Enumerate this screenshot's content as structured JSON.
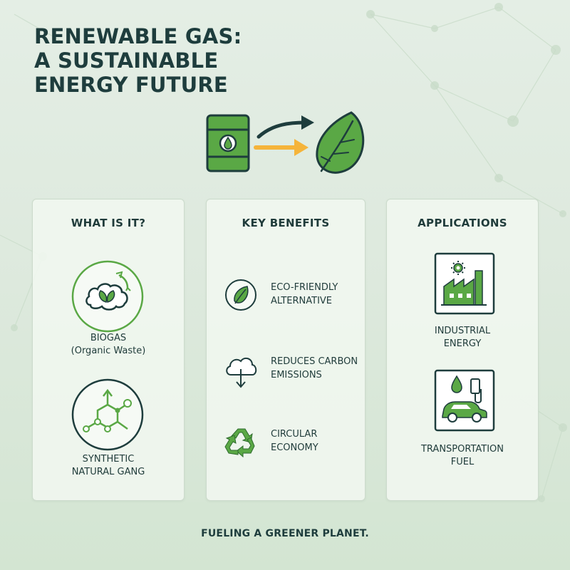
{
  "title": {
    "line1": "RENEWABLE GAS:",
    "line2": "A SUSTAINABLE",
    "line3": "ENERGY FUTURE"
  },
  "hero": {
    "icons": [
      "oil-barrel-icon",
      "transition-arrows-icon",
      "green-leaf-icon"
    ]
  },
  "what_is_it": {
    "heading": "WHAT IS IT?",
    "items": [
      {
        "icon": "biogas-waste-icon",
        "line1": "BIOGAS",
        "line2": "(Organic Waste)"
      },
      {
        "icon": "molecule-icon",
        "line1": "SYNTHETIC",
        "line2": "NATURAL GANG"
      }
    ]
  },
  "key_benefits": {
    "heading": "KEY BENEFITS",
    "items": [
      {
        "icon": "leaf-circle-icon",
        "line1": "ECO-FRIENDLY",
        "line2": "ALTERNATIVE"
      },
      {
        "icon": "cloud-down-arrow-icon",
        "line1": "REDUCES CARBON",
        "line2": "EMISSIONS"
      },
      {
        "icon": "recycle-icon",
        "line1": "CIRCULAR",
        "line2": "ECONOMY"
      }
    ]
  },
  "applications": {
    "heading": "APPLICATIONS",
    "items": [
      {
        "icon": "factory-icon",
        "line1": "INDUSTRIAL",
        "line2": "ENERGY"
      },
      {
        "icon": "car-fuel-icon",
        "line1": "TRANSPORTATION",
        "line2": "FUEL"
      }
    ]
  },
  "footer": "FUELING A GREENER PLANET.",
  "colors": {
    "primary_green": "#5aa845",
    "dark_teal": "#1e3d3d",
    "arrow_orange": "#f5b43a",
    "card_bg": "#f0f6ef",
    "page_bg": "#dde9dd"
  }
}
